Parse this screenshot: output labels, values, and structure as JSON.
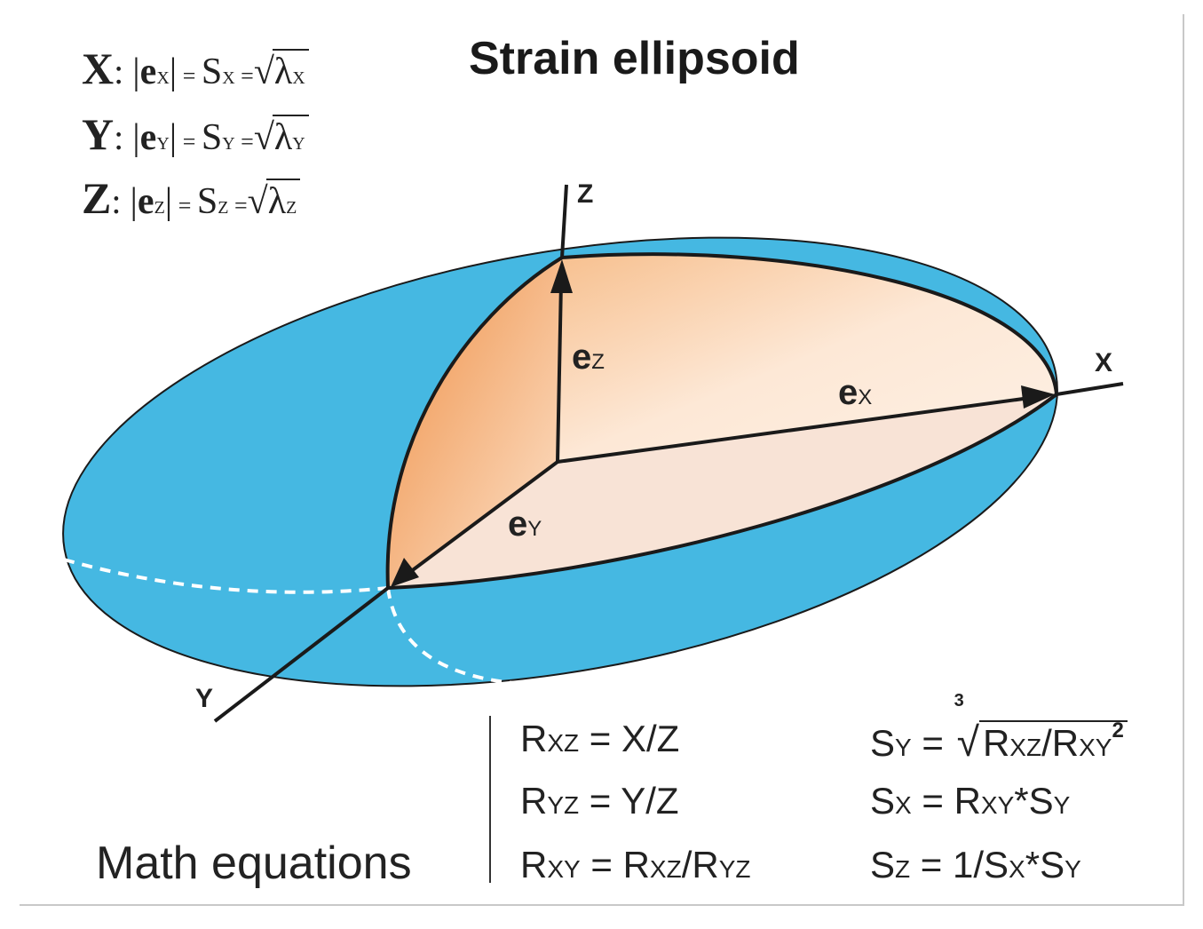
{
  "title": "Strain ellipsoid",
  "definitions": [
    {
      "axis": "X",
      "vec": "e",
      "vec_sub": "X",
      "s": "S",
      "s_sub": "X",
      "lambda": "λ",
      "lambda_sub": "X"
    },
    {
      "axis": "Y",
      "vec": "e",
      "vec_sub": "Y",
      "s": "S",
      "s_sub": "Y",
      "lambda": "λ",
      "lambda_sub": "Y"
    },
    {
      "axis": "Z",
      "vec": "e",
      "vec_sub": "Z",
      "s": "S",
      "s_sub": "Z",
      "lambda": "λ",
      "lambda_sub": "Z"
    }
  ],
  "axes": {
    "x": "X",
    "y": "Y",
    "z": "Z"
  },
  "vectors": {
    "ez": {
      "base": "e",
      "sub": "Z"
    },
    "ex": {
      "base": "e",
      "sub": "X"
    },
    "ey": {
      "base": "e",
      "sub": "Y"
    }
  },
  "math_label": "Math equations",
  "equations_left": [
    {
      "lhs": "R",
      "lhs_sub": "XZ",
      "rhs": "= X/Z"
    },
    {
      "lhs": "R",
      "lhs_sub": "YZ",
      "rhs": "= Y/Z"
    },
    {
      "lhs": "R",
      "lhs_sub": "XY",
      "rhs": "= R",
      "rhs_sub": "XZ",
      "rhs2": "/R",
      "rhs2_sub": "YZ"
    }
  ],
  "equations_right": [
    {
      "lhs": "S",
      "lhs_sub": "Y",
      "eq": "=",
      "root_index": "3",
      "num": "R",
      "num_sub": "XZ",
      "den": "/R",
      "den_sub": "XY",
      "den_sup": "2"
    },
    {
      "lhs": "S",
      "lhs_sub": "X",
      "rhs": "= R",
      "rhs_sub": "XY",
      "rhs2": "*S",
      "rhs2_sub": "Y"
    },
    {
      "lhs": "S",
      "lhs_sub": "Z",
      "rhs": "= 1/S",
      "rhs_sub": "X",
      "rhs2": "*S",
      "rhs2_sub": "Y"
    }
  ],
  "colors": {
    "ellipsoid_blue": "#45b8e2",
    "octant_orange": "#f2a05f",
    "octant_light": "#fde7d3",
    "line": "#1a1a1a"
  }
}
